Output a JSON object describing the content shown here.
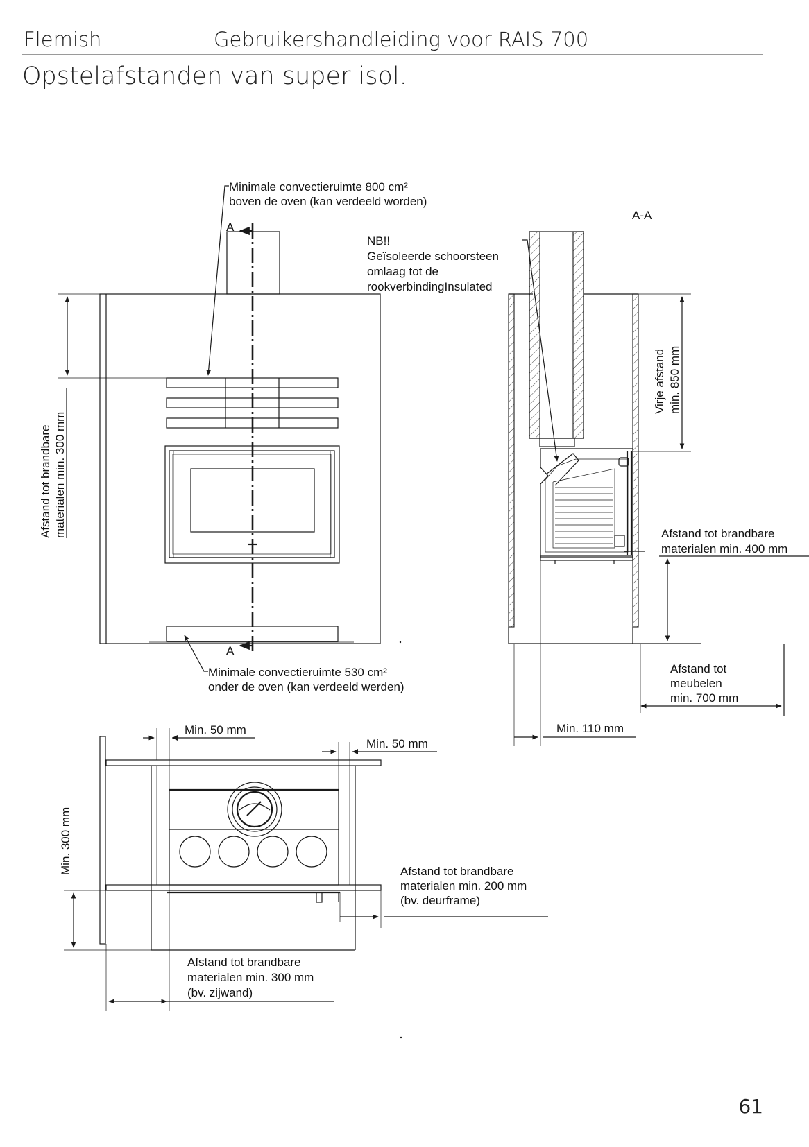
{
  "header": {
    "language": "Flemish",
    "manual_title": "Gebruikershandleiding voor RAIS 700"
  },
  "page_title": "Opstelafstanden van super isol.",
  "page_number": "61",
  "front_view": {
    "section_marker_top": "A",
    "section_marker_bottom": "A",
    "convection_top": [
      "Minimale convectieruimte 800 cm²",
      "boven de oven (kan verdeeld worden)"
    ],
    "convection_bottom": [
      "Minimale convectieruimte 530 cm²",
      "onder de oven (kan verdeeld werden)"
    ],
    "left_distance": [
      "Afstand tot brandbare",
      "materialen min. 300 mm"
    ]
  },
  "section_view": {
    "label": "A-A",
    "note": [
      "NB!!",
      "Geïsoleerde schoorsteen",
      "omlaag tot de",
      "rookverbindingInsulated"
    ],
    "free_distance": [
      "Virje afstand",
      "min. 850 mm"
    ],
    "front_distance": [
      "Afstand tot brandbare",
      "materialen min.  400 mm"
    ],
    "furniture_distance": [
      "Afstand tot",
      "meubelen",
      "min.  700 mm"
    ],
    "min_110": "Min. 110 mm"
  },
  "top_view": {
    "min_50_left": "Min. 50 mm",
    "min_50_right": "Min. 50 mm",
    "min_300": "Min. 300 mm",
    "door_frame": [
      "Afstand tot brandbare",
      "materialen min.  200 mm",
      "(bv. deurframe)"
    ],
    "side_wall": [
      "Afstand tot brandbare",
      "materialen min. 300 mm",
      "(bv. zijwand)"
    ]
  }
}
